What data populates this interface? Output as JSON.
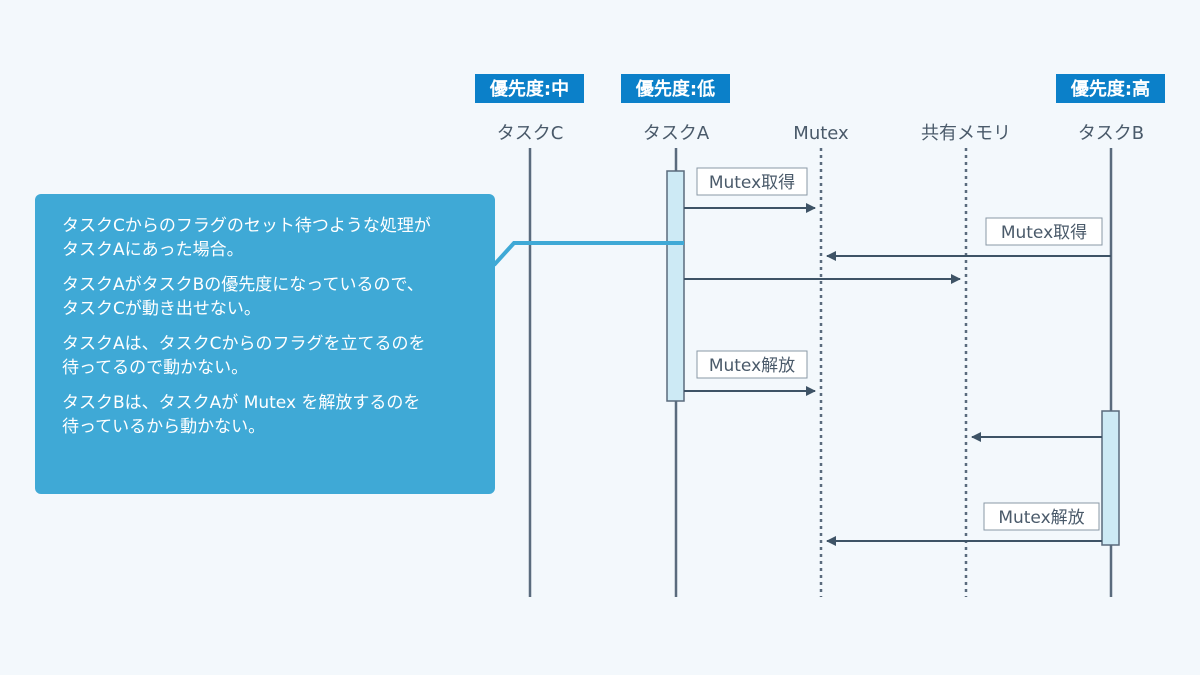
{
  "colors": {
    "background": "#f3f8fc",
    "lifeline": "#5a6b7d",
    "arrow": "#3e5366",
    "badge": "#0b80c9",
    "activation_fill": "#cdeaf5",
    "note": "#3fa9d6",
    "connector": "#3fa9d6"
  },
  "badges": {
    "task_c": "優先度:中",
    "task_a": "優先度:低",
    "task_b": "優先度:高"
  },
  "participants": {
    "task_c": "タスクC",
    "task_a": "タスクA",
    "mutex": "Mutex",
    "shared_memory": "共有メモリ",
    "task_b": "タスクB"
  },
  "messages": {
    "a_acquire": "Mutex取得",
    "b_acquire": "Mutex取得",
    "a_release": "Mutex解放",
    "b_release": "Mutex解放"
  },
  "note": {
    "p1": "タスクCからのフラグのセット待つような処理が\nタスクAにあった場合。",
    "p2": "タスクAがタスクBの優先度になっているので、\nタスクCが動き出せない。",
    "p3": "タスクAは、タスクCからのフラグを立てるのを\n待ってるので動かない。",
    "p4": "タスクBは、タスクAが Mutex を解放するのを\n待っているから動かない。"
  }
}
